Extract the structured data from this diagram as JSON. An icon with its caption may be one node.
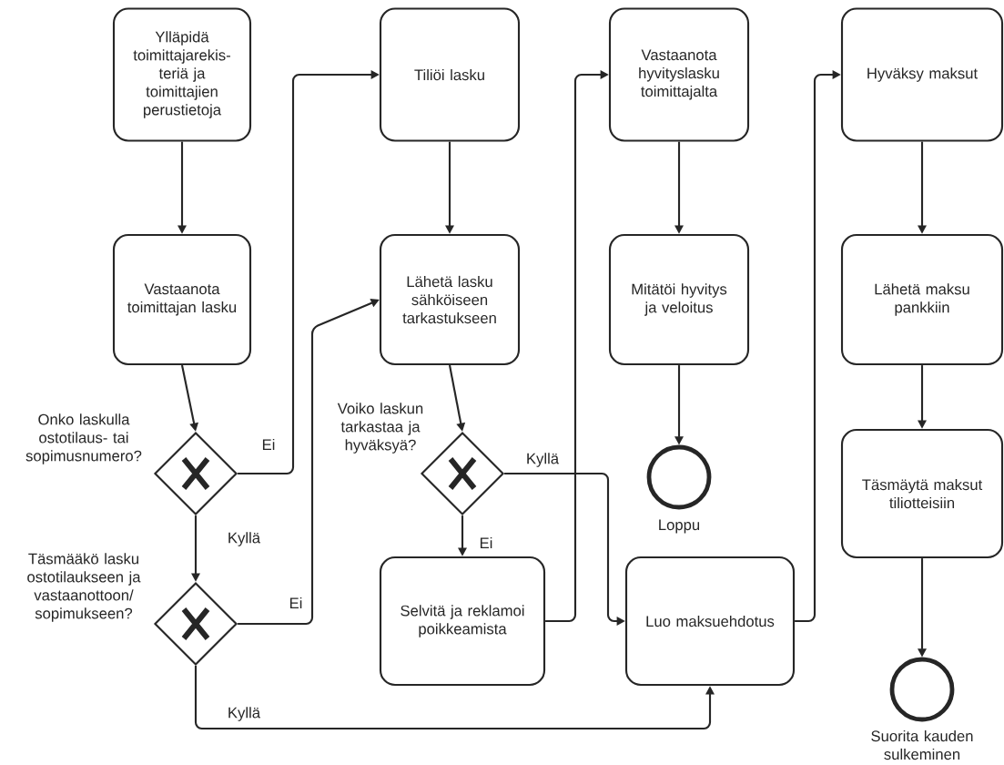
{
  "diagram": {
    "nodes": [
      {
        "text": [
          "Ylläpidä toimittajarekis- teriä ja toimittajien perustietoja"
        ]
      },
      {
        "text": [
          "Vastaanota toimittajan lasku"
        ]
      },
      {
        "text": [],
        "shape": "diamond",
        "beside": [
          "Onko laskulla ostotilaus- tai sopimusnumero?"
        ]
      },
      {
        "text": [],
        "shape": "diamond",
        "beside": [
          "Täsmääkö lasku ostotilaukseen ja vastaanottoon/ sopimukseen?"
        ]
      },
      {
        "text": [
          "Tiliöi lasku"
        ]
      },
      {
        "text": [
          "Lähetä lasku sähköiseen tarkastukseen"
        ]
      },
      {
        "text": [],
        "shape": "diamond",
        "beside": [
          "Voiko laskun tarkastaa ja hyväksyä?"
        ]
      },
      {
        "text": [
          "Selvitä ja reklamoi poikkeamista"
        ]
      },
      {
        "text": [
          "Vastaanota hyvityslasku toimittajalta"
        ]
      },
      {
        "text": [
          "Mitätöi hyvitys ja veloitus"
        ]
      },
      {
        "text": [],
        "shape": "circle",
        "beside": [
          "Loppu"
        ]
      },
      {
        "text": [
          "Luo maksuehdotus"
        ]
      },
      {
        "text": [
          "Hyväksy maksut"
        ]
      },
      {
        "text": [
          "Lähetä maksu pankkiin"
        ]
      },
      {
        "text": [
          "Täsmäytä maksut tiliotteisiin"
        ]
      },
      {
        "text": [],
        "shape": "circle",
        "beside": [
          "Suorita kauden sulkeminen"
        ]
      }
    ],
    "edges": [
      {
        "from": 0,
        "to": 1,
        "arrow": "to"
      },
      {
        "from": 1,
        "to": 2,
        "arrow": "to"
      },
      {
        "from": 2,
        "to": 4,
        "arrow": "to",
        "label": "Ei"
      },
      {
        "from": 2,
        "to": 3,
        "arrow": "to",
        "label": "Kyllä"
      },
      {
        "from": 3,
        "to": 5,
        "arrow": "to",
        "label": "Ei"
      },
      {
        "from": 3,
        "to": 11,
        "arrow": "to",
        "label": "Kyllä"
      },
      {
        "from": 4,
        "to": 5,
        "arrow": "to"
      },
      {
        "from": 5,
        "to": 6,
        "arrow": "to"
      },
      {
        "from": 6,
        "to": 11,
        "arrow": "to",
        "label": "Kyllä"
      },
      {
        "from": 6,
        "to": 7,
        "arrow": "to",
        "label": "Ei"
      },
      {
        "from": 7,
        "to": 8,
        "arrow": "to"
      },
      {
        "from": 8,
        "to": 9,
        "arrow": "to"
      },
      {
        "from": 9,
        "to": 10,
        "arrow": "to"
      },
      {
        "from": 11,
        "to": 12,
        "arrow": "to"
      },
      {
        "from": 12,
        "to": 13,
        "arrow": "to"
      },
      {
        "from": 13,
        "to": 14,
        "arrow": "to"
      },
      {
        "from": 14,
        "to": 15,
        "arrow": "to"
      }
    ]
  }
}
